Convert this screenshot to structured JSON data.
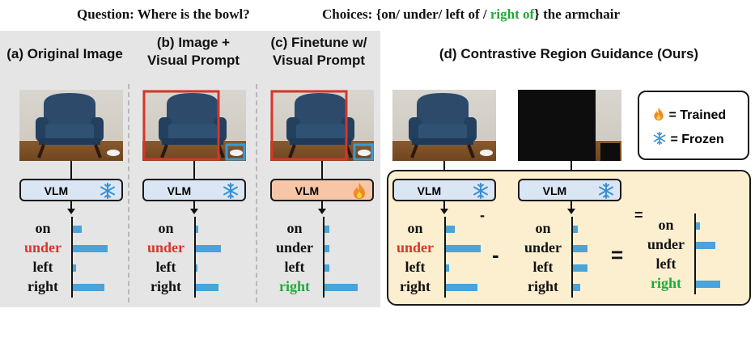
{
  "question": {
    "label": "Question: Where is the bowl?",
    "choices_prefix": "Choices: {on/ under/ left of / ",
    "choices_highlight": "right of",
    "choices_suffix": "} the armchair"
  },
  "panels": {
    "a": {
      "title_line1": "(a) Original Image",
      "title_line2": ""
    },
    "b": {
      "title_line1": "(b) Image +",
      "title_line2": "Visual Prompt"
    },
    "c": {
      "title_line1": "(c) Finetune w/",
      "title_line2": "Visual Prompt"
    },
    "d": {
      "title_line1": "(d) Contrastive Region Guidance (Ours)"
    }
  },
  "vlm_label": "VLM",
  "icons": {
    "frozen": "snowflake-icon",
    "trained": "fire-icon"
  },
  "legend": {
    "trained_label": "= Trained",
    "frozen_label": "= Frozen"
  },
  "operators": {
    "minus": "-",
    "equals": "="
  },
  "colors": {
    "bar": "#4aa3d9",
    "highlight_wrong": "#d8352a",
    "highlight_right": "#1faa3a",
    "vlm_frozen": "#dbe6f4",
    "vlm_trained": "#f6c6a6",
    "crg_panel": "#fbefcf"
  },
  "chart_data": [
    {
      "type": "bar",
      "name": "(a)",
      "categories": [
        "on",
        "under",
        "left",
        "right"
      ],
      "values": [
        0.22,
        0.85,
        0.08,
        0.78
      ],
      "highlight": "under"
    },
    {
      "type": "bar",
      "name": "(b)",
      "categories": [
        "on",
        "under",
        "left",
        "right"
      ],
      "values": [
        0.06,
        0.62,
        0.04,
        0.55
      ],
      "highlight": "under"
    },
    {
      "type": "bar",
      "name": "(c)",
      "categories": [
        "on",
        "under",
        "left",
        "right"
      ],
      "values": [
        0.12,
        0.12,
        0.12,
        0.82
      ],
      "highlight": "right"
    },
    {
      "type": "bar",
      "name": "(d) original",
      "categories": [
        "on",
        "under",
        "left",
        "right"
      ],
      "values": [
        0.22,
        0.85,
        0.08,
        0.78
      ],
      "highlight": "under"
    },
    {
      "type": "bar",
      "name": "(d) masked",
      "categories": [
        "on",
        "under",
        "left",
        "right"
      ],
      "values": [
        0.12,
        0.36,
        0.36,
        0.18
      ],
      "highlight": ""
    },
    {
      "type": "bar",
      "name": "(d) result",
      "categories": [
        "on",
        "under",
        "left",
        "right"
      ],
      "values": [
        0.1,
        0.48,
        0.0,
        0.6
      ],
      "highlight": "right"
    }
  ]
}
